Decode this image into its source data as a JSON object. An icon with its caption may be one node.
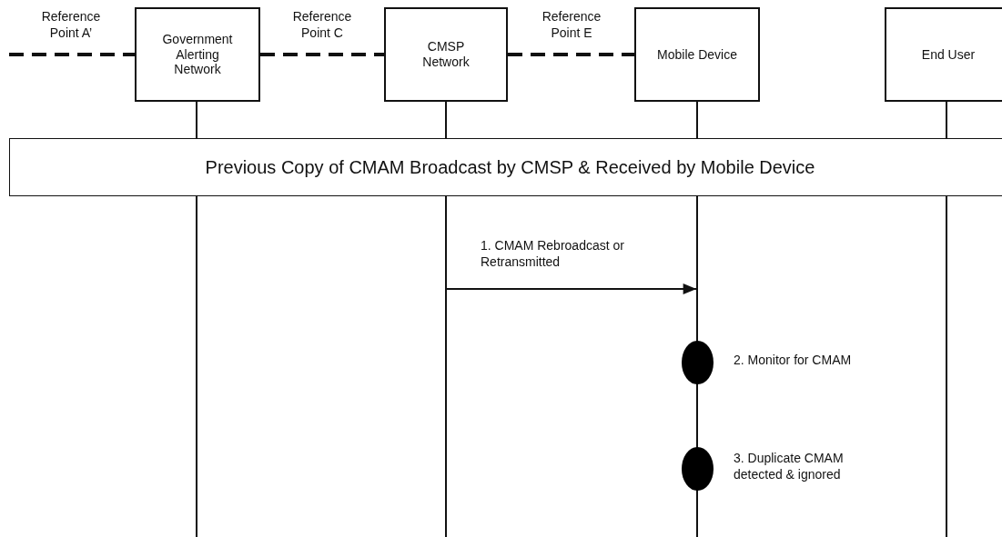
{
  "diagram": {
    "nodes": [
      {
        "text": [
          "Government Alerting Network"
        ]
      },
      {
        "text": [
          "CMSP Network"
        ]
      },
      {
        "text": [
          "Mobile Device"
        ]
      },
      {
        "text": [
          "End User"
        ]
      },
      {
        "text": [
          "Previous Copy of CMAM Broadcast by CMSP & Received by Mobile Device"
        ]
      },
      {
        "text": [],
        "shape": "ellipse",
        "beside": [
          "2. Monitor for CMAM"
        ]
      },
      {
        "text": [],
        "shape": "ellipse",
        "beside": [
          "3. Duplicate CMAM detected & ignored"
        ]
      },
      {
        "text": [],
        "shape": "line"
      },
      {
        "text": [],
        "shape": "line"
      },
      {
        "text": [],
        "shape": "line"
      },
      {
        "text": [],
        "shape": "line"
      }
    ],
    "edges": [
      {
        "from": null,
        "to": 0,
        "arrow": "none",
        "style": "dashed",
        "label": "Reference Point A’"
      },
      {
        "from": 0,
        "to": 1,
        "arrow": "none",
        "style": "dashed",
        "label": "Reference Point C"
      },
      {
        "from": 1,
        "to": 2,
        "arrow": "none",
        "style": "dashed",
        "label": "Reference Point E"
      },
      {
        "from": 8,
        "to": 9,
        "arrow": "to",
        "label": "1. CMAM Rebroadcast or Retransmitted"
      }
    ]
  }
}
